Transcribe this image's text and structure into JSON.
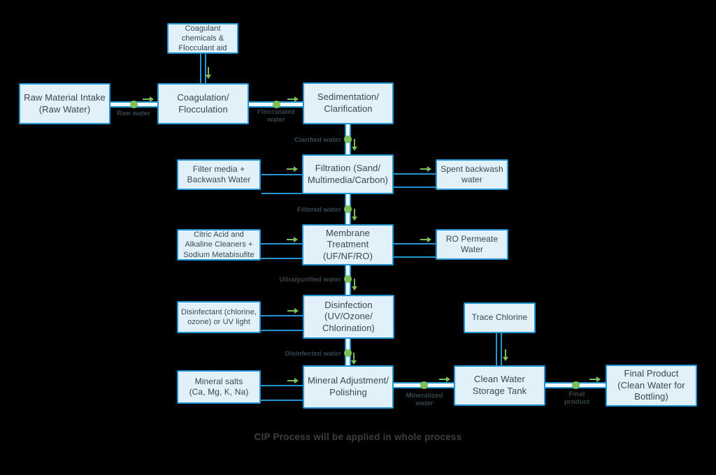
{
  "title_note": "CIP Process will be applied in whole process",
  "colors": {
    "background": "#000000",
    "box_fill": "#e1f0f9",
    "box_border": "#2196d3",
    "box_text": "#37474f",
    "pipe_fill": "#f2fafd",
    "flow_green": "#7cbf57",
    "label_text": "#37474f",
    "note_text": "#3e3e3e"
  },
  "nodes": {
    "coagulant_chemicals": {
      "label": "Coagulant\nchemicals &\nFlocculant aid"
    },
    "raw_material_intake": {
      "label": "Raw Material Intake\n(Raw Water)"
    },
    "coagulation_flocculation": {
      "label": "Coagulation/\nFlocculation"
    },
    "sedimentation_clarification": {
      "label": "Sedimentation/\nClarification"
    },
    "filter_media": {
      "label": "Filter media +\nBackwash Water"
    },
    "filtration": {
      "label": "Filtration (Sand/\nMultimedia/Carbon)"
    },
    "spent_backwash": {
      "label": "Spent backwash\nwater"
    },
    "cleaners": {
      "label": "Citric Acid and\nAlkaline Cleaners +\nSodium Metabisufite"
    },
    "membrane_treatment": {
      "label": "Membrane\nTreatment\n(UF/NF/RO)"
    },
    "ro_permeate": {
      "label": "RO Permeate\nWater"
    },
    "disinfectant": {
      "label": "Disinfectant (chlorine,\nozone) or UV light"
    },
    "disinfection": {
      "label": "Disinfection\n(UV/Ozone/\nChlorination)"
    },
    "trace_chlorine": {
      "label": "Trace Chlorine"
    },
    "mineral_salts": {
      "label": "Mineral salts\n(Ca, Mg, K, Na)"
    },
    "mineral_adjustment": {
      "label": "Mineral Adjustment/\nPolishing"
    },
    "clean_water_tank": {
      "label": "Clean Water\nStorage Tank"
    },
    "final_product": {
      "label": "Final Product\n(Clean Water for\nBottling)"
    }
  },
  "flow_labels": {
    "raw_water": "Raw water",
    "flocculated_water": "Flocculated\nwater",
    "clarified_water": "Clarified water",
    "filtered_water": "Filtered water",
    "ultra_purified_water": "Ultra/purified water",
    "disinfected_water": "Disinfected water",
    "mineralized_water": "Mineralized\nwater",
    "final_product": "Final\nproduct"
  }
}
